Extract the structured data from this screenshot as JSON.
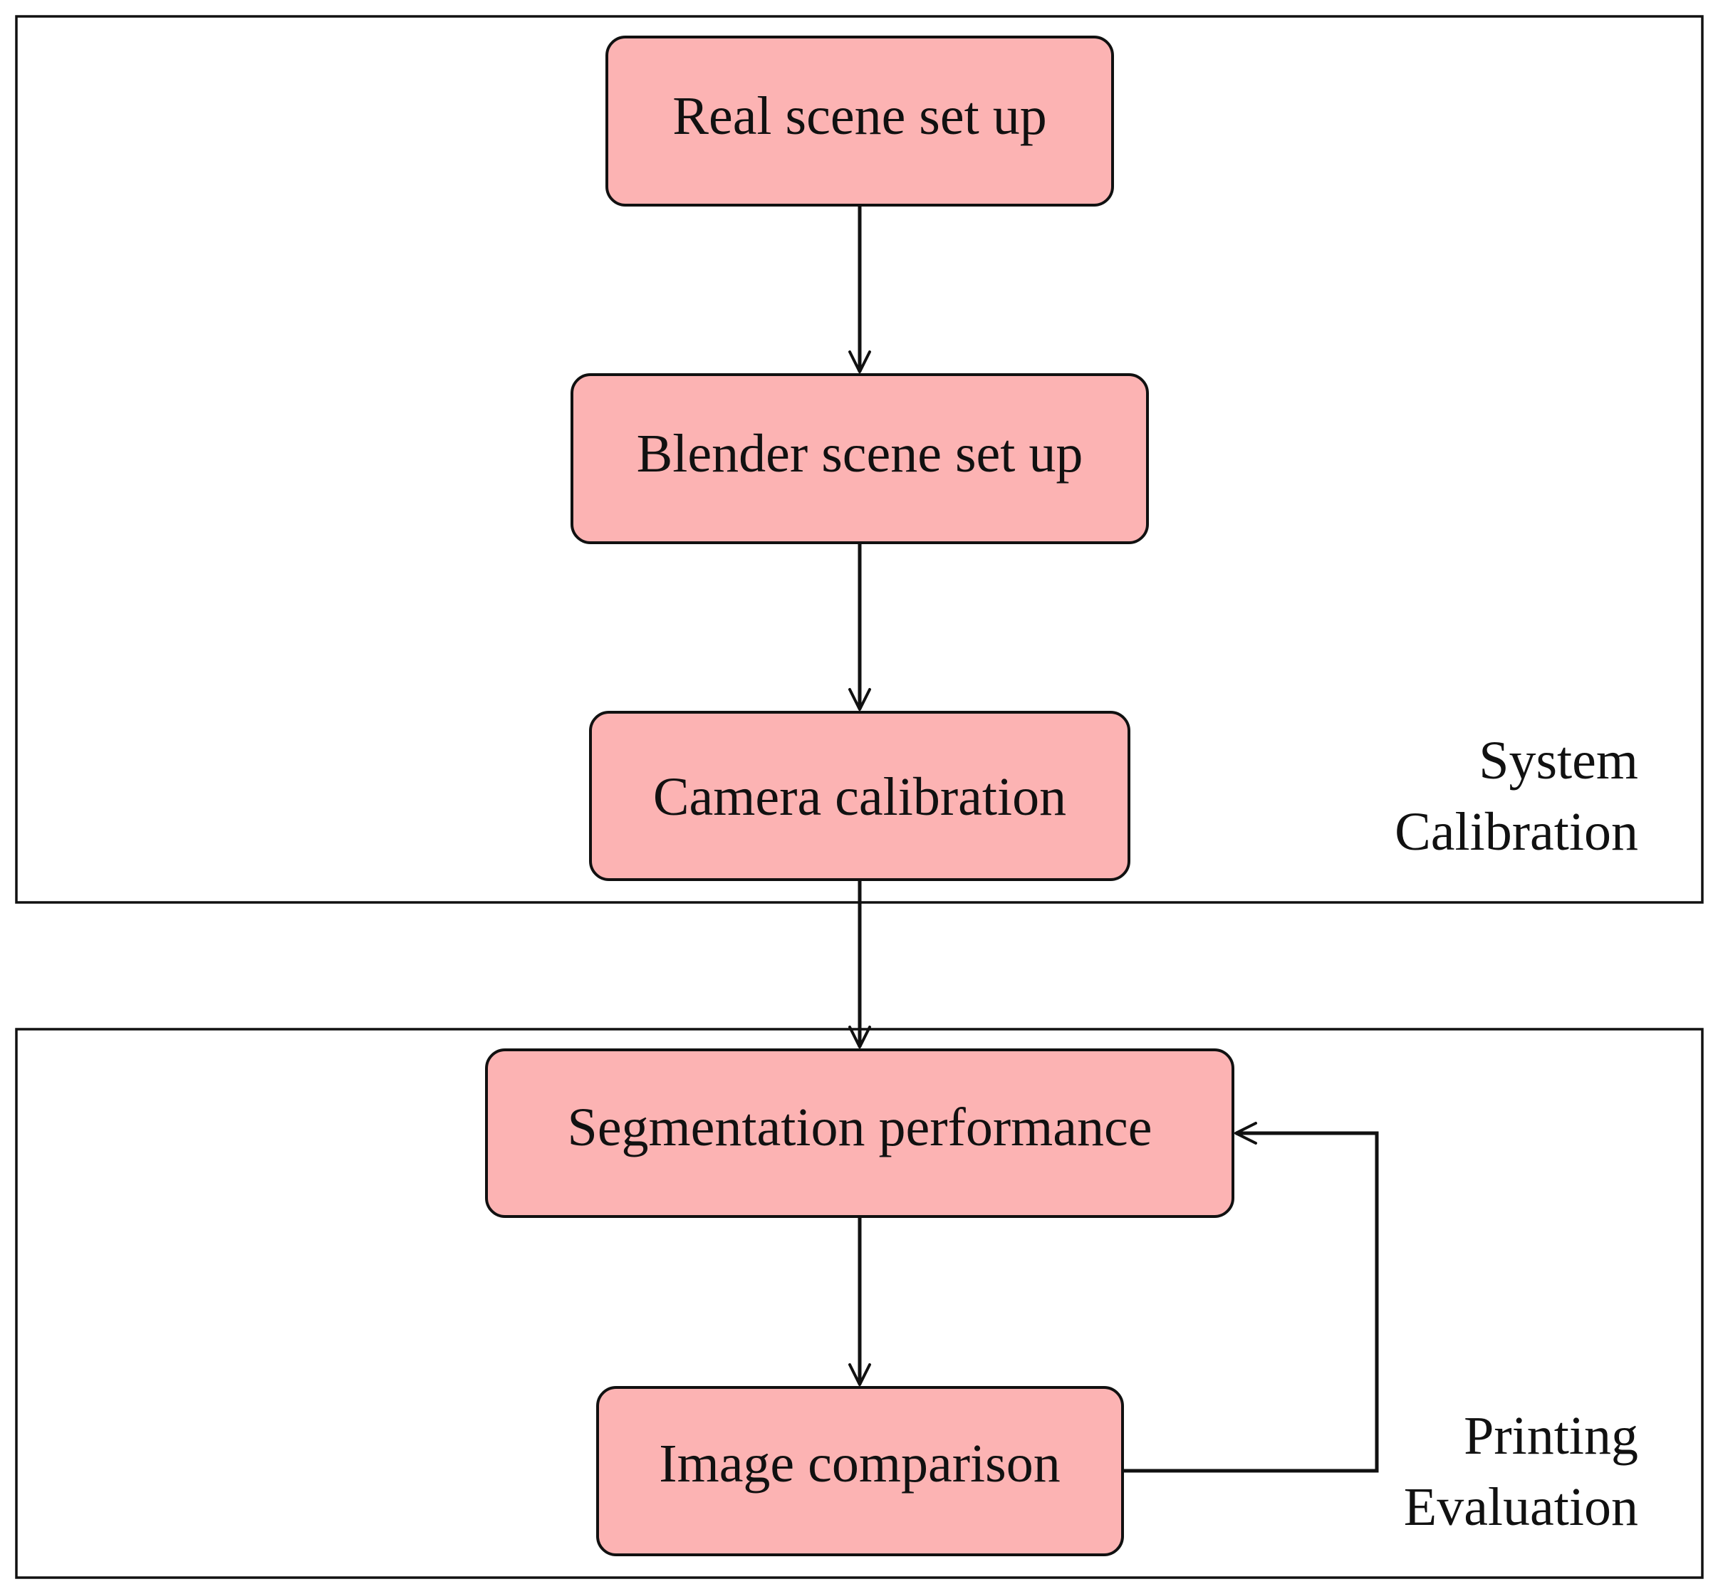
{
  "diagram": {
    "groups": [
      {
        "id": "system",
        "label_lines": [
          "System",
          "Calibration"
        ]
      },
      {
        "id": "printing",
        "label_lines": [
          "Printing",
          "Evaluation"
        ]
      }
    ],
    "nodes": [
      {
        "id": "real",
        "label": "Real scene set up"
      },
      {
        "id": "blender",
        "label": "Blender scene set up"
      },
      {
        "id": "camera",
        "label": "Camera calibration"
      },
      {
        "id": "segmentation",
        "label": "Segmentation performance"
      },
      {
        "id": "image",
        "label": "Image comparison"
      }
    ],
    "edges": [
      {
        "from": "real",
        "to": "blender"
      },
      {
        "from": "blender",
        "to": "camera"
      },
      {
        "from": "camera",
        "to": "segmentation"
      },
      {
        "from": "segmentation",
        "to": "image"
      },
      {
        "from": "image",
        "to": "segmentation",
        "kind": "feedback"
      }
    ],
    "colors": {
      "node_fill": "#fcb3b3",
      "stroke": "#111111",
      "background": "#ffffff"
    }
  }
}
